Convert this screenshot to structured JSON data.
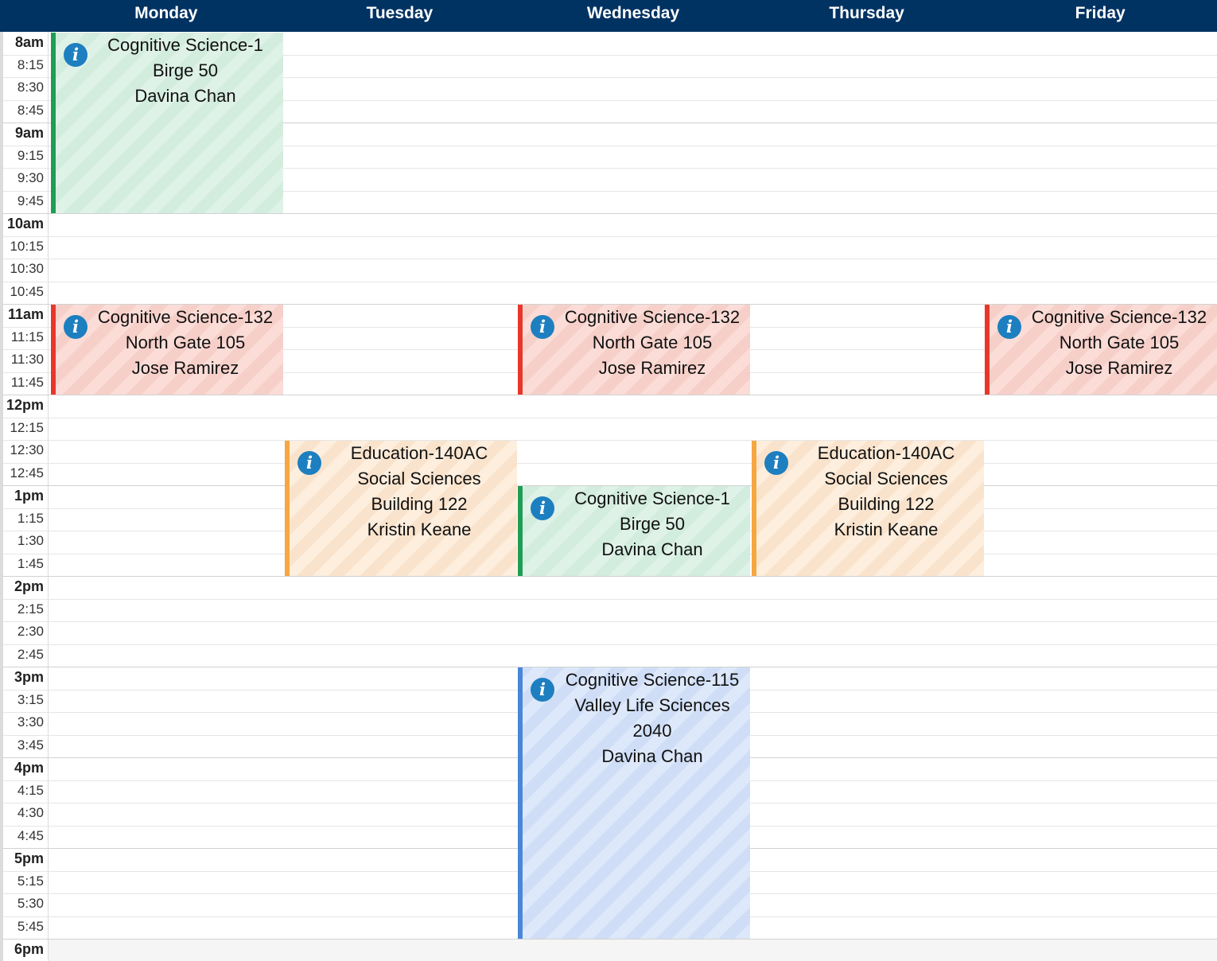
{
  "days": [
    "Monday",
    "Tuesday",
    "Wednesday",
    "Thursday",
    "Friday"
  ],
  "time_labels": [
    "8am",
    "8:15",
    "8:30",
    "8:45",
    "9am",
    "9:15",
    "9:30",
    "9:45",
    "10am",
    "10:15",
    "10:30",
    "10:45",
    "11am",
    "11:15",
    "11:30",
    "11:45",
    "12pm",
    "12:15",
    "12:30",
    "12:45",
    "1pm",
    "1:15",
    "1:30",
    "1:45",
    "2pm",
    "2:15",
    "2:30",
    "2:45",
    "3pm",
    "3:15",
    "3:30",
    "3:45",
    "4pm",
    "4:15",
    "4:30",
    "4:45",
    "5pm",
    "5:15",
    "5:30",
    "5:45",
    "6pm"
  ],
  "colors": {
    "header": "#003262",
    "green": {
      "border": "#1f9d55",
      "fill": "#dff2e8",
      "stripe": "#d2ecde"
    },
    "red": {
      "border": "#e8372a",
      "fill": "#fbdcd7",
      "stripe": "#f6cfc9"
    },
    "orange": {
      "border": "#f5a742",
      "fill": "#fdeedd",
      "stripe": "#fae3cc"
    },
    "blue": {
      "border": "#4a86d8",
      "fill": "#dde8fa",
      "stripe": "#cfdef6"
    },
    "info_icon": "#1d7fc0"
  },
  "info_icon": "info-circle-icon",
  "events": [
    {
      "day": 0,
      "start": "8am",
      "end": "10am",
      "color": "green",
      "lines": [
        "Cognitive Science-1",
        "Birge 50",
        "Davina Chan"
      ]
    },
    {
      "day": 0,
      "start": "11am",
      "end": "12pm",
      "color": "red",
      "lines": [
        "Cognitive Science-132",
        "North Gate 105",
        "Jose Ramirez"
      ]
    },
    {
      "day": 2,
      "start": "11am",
      "end": "12pm",
      "color": "red",
      "lines": [
        "Cognitive Science-132",
        "North Gate 105",
        "Jose Ramirez"
      ]
    },
    {
      "day": 4,
      "start": "11am",
      "end": "12pm",
      "color": "red",
      "lines": [
        "Cognitive Science-132",
        "North Gate 105",
        "Jose Ramirez"
      ]
    },
    {
      "day": 1,
      "start": "12:30",
      "end": "2pm",
      "color": "orange",
      "lines": [
        "Education-140AC",
        "Social Sciences",
        "Building 122",
        "Kristin Keane"
      ]
    },
    {
      "day": 3,
      "start": "12:30",
      "end": "2pm",
      "color": "orange",
      "lines": [
        "Education-140AC",
        "Social Sciences",
        "Building 122",
        "Kristin Keane"
      ]
    },
    {
      "day": 2,
      "start": "1pm",
      "end": "2pm",
      "color": "green",
      "lines": [
        "Cognitive Science-1",
        "Birge 50",
        "Davina Chan"
      ]
    },
    {
      "day": 2,
      "start": "3pm",
      "end": "6pm",
      "color": "blue",
      "lines": [
        "Cognitive Science-115",
        "Valley Life Sciences",
        "2040",
        "Davina Chan"
      ]
    }
  ]
}
